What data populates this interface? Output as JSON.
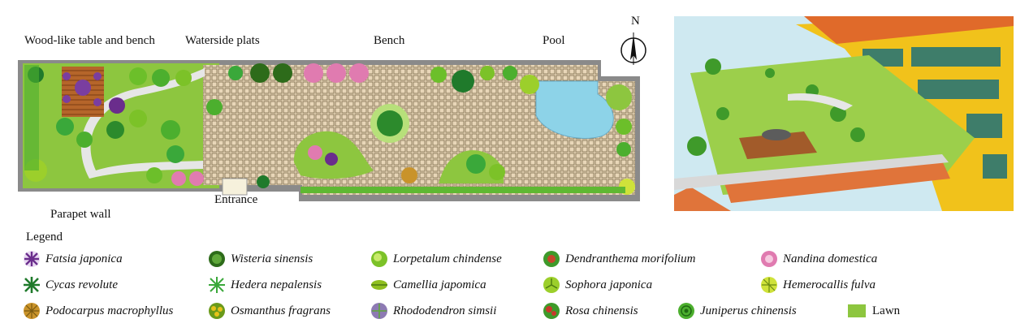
{
  "plan": {
    "labels": {
      "wood_table": "Wood-like table and bench",
      "waterside": "Waterside plats",
      "bench": "Bench",
      "pool": "Pool",
      "entrance": "Entrance",
      "parapet": "Parapet wall"
    },
    "compass": "N"
  },
  "legend": {
    "title": "Legend",
    "items": [
      {
        "name": "Fatsia japonica",
        "icon": "fatsia-icon",
        "color": "#6a2d8c"
      },
      {
        "name": "Wisteria sinensis",
        "icon": "wisteria-icon",
        "color": "#2d6b1a"
      },
      {
        "name": "Lorpetalum chindense",
        "icon": "lorpetalum-icon",
        "color": "#7cc228"
      },
      {
        "name": "Dendranthema morifolium",
        "icon": "dendranthema-icon",
        "color": "#c6472a"
      },
      {
        "name": "Nandina domestica",
        "icon": "nandina-icon",
        "color": "#e07bb0"
      },
      {
        "name": "Cycas revolute",
        "icon": "cycas-icon",
        "color": "#1f7a2b"
      },
      {
        "name": "Hedera nepalensis",
        "icon": "hedera-icon",
        "color": "#3aa83a"
      },
      {
        "name": "Camellia japomica",
        "icon": "camellia-icon",
        "color": "#8fbf1f"
      },
      {
        "name": "Sophora japonica",
        "icon": "sophora-icon",
        "color": "#9ccf2b"
      },
      {
        "name": "Hemerocallis fulva",
        "icon": "hemerocallis-icon",
        "color": "#cfe23a"
      },
      {
        "name": "Podocarpus macrophyllus",
        "icon": "podocarpus-icon",
        "color": "#c9932a"
      },
      {
        "name": "Osmanthus fragrans",
        "icon": "osmanthus-icon",
        "color": "#b7b022"
      },
      {
        "name": "Rhododendron simsii",
        "icon": "rhododendron-icon",
        "color": "#8d7ab3"
      },
      {
        "name": "Rosa chinensis",
        "icon": "rosa-icon",
        "color": "#c8392b"
      },
      {
        "name": "Juniperus chinensis",
        "icon": "juniperus-icon",
        "color": "#4caf2e"
      },
      {
        "name": "Lawn",
        "icon": "lawn-swatch",
        "color": "#8dc63f"
      }
    ]
  }
}
